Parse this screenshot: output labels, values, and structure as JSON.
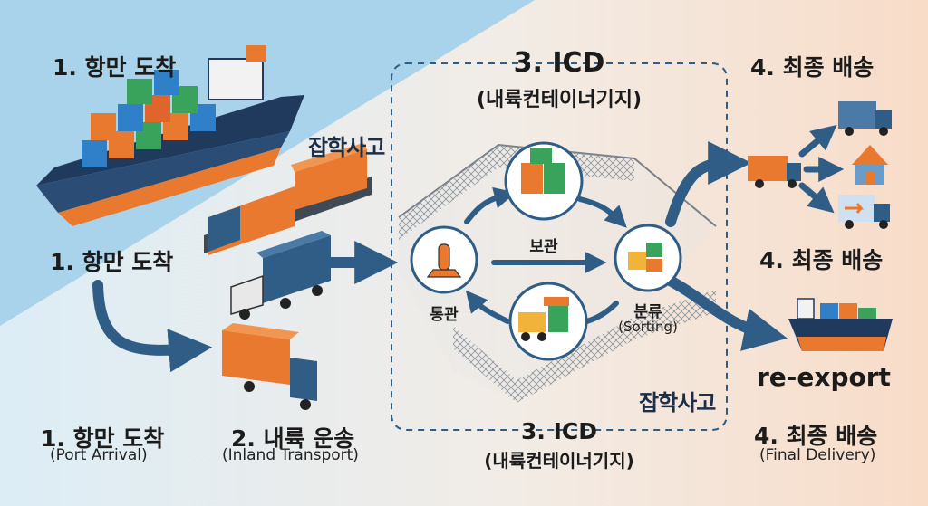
{
  "stages": {
    "port_arrival": {
      "label_top": "1. 항만 도착",
      "label_mid": "1. 항만 도착",
      "label_bottom": "1. 항만 도착",
      "label_bottom_en": "(Port Arrival)"
    },
    "inland_transport": {
      "label": "2. 내륙 운송",
      "label_en": "(Inland Transport)"
    },
    "icd": {
      "title_top": "3. ICD",
      "subtitle_top": "(내륙컨테이너기지)",
      "title_bottom": "3. ICD",
      "subtitle_bottom": "(내륙컨테이너기지)"
    },
    "final_delivery": {
      "label_top": "4. 최종 배송",
      "label_mid": "4. 최종 배송",
      "label_bottom": "4. 최종 배송",
      "label_bottom_en": "(Final Delivery)"
    }
  },
  "icd_nodes": {
    "storage": "보관",
    "customs": "통관",
    "sorting": "분류",
    "sorting_en": "(Sorting)"
  },
  "reexport_label": "re-export",
  "watermark": "잡학사고",
  "colors": {
    "arrow": "#2f5d86",
    "navy": "#1f3a5c",
    "orange": "#e8792e",
    "bg_left": "#b9dcef",
    "bg_right": "#f7dcc9"
  }
}
